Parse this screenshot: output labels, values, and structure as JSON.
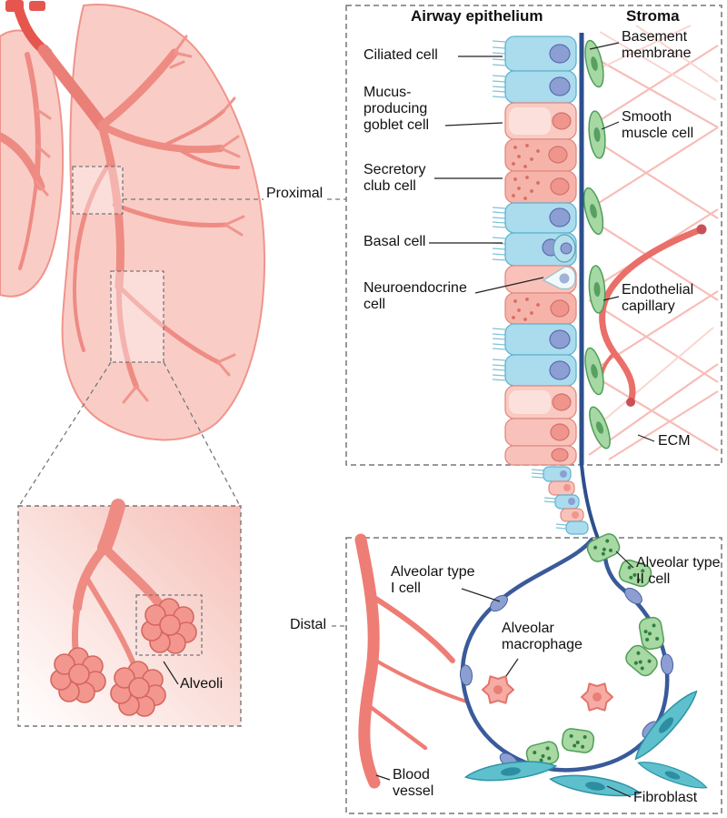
{
  "overview": {
    "proximal_label": "Proximal",
    "distal_label": "Distal",
    "alveoli_label": "Alveoli"
  },
  "airway_panel": {
    "header_epithelium": "Airway epithelium",
    "header_stroma": "Stroma",
    "labels": {
      "ciliated_cell": "Ciliated cell",
      "goblet_cell": "Mucus-producing goblet cell",
      "club_cell": "Secretory club cell",
      "basal_cell": "Basal cell",
      "neuroendocrine_cell": "Neuroendocrine cell",
      "basement_membrane": "Basement membrane",
      "smooth_muscle_cell": "Smooth muscle cell",
      "endothelial_capillary": "Endothelial capillary",
      "ecm": "ECM"
    }
  },
  "alveolar_panel": {
    "labels": {
      "type1_cell": "Alveolar type I cell",
      "type2_cell": "Alveolar type II cell",
      "macrophage": "Alveolar macrophage",
      "blood_vessel": "Blood vessel",
      "fibroblast": "Fibroblast"
    }
  },
  "colors": {
    "lung_fill": "#f9cdc6",
    "airway_branch": "#ee8b83",
    "epithelium_blue": "#aadced",
    "epithelium_pink": "#f8c2ba",
    "nucleus_blue": "#8d9fd2",
    "basement_membrane": "#2d4f8e",
    "smooth_muscle_green": "#a6d8a4",
    "capillary_red": "#ea6f68",
    "fibroblast_teal": "#5fc0cd",
    "macrophage_pink": "#f6aca4"
  }
}
